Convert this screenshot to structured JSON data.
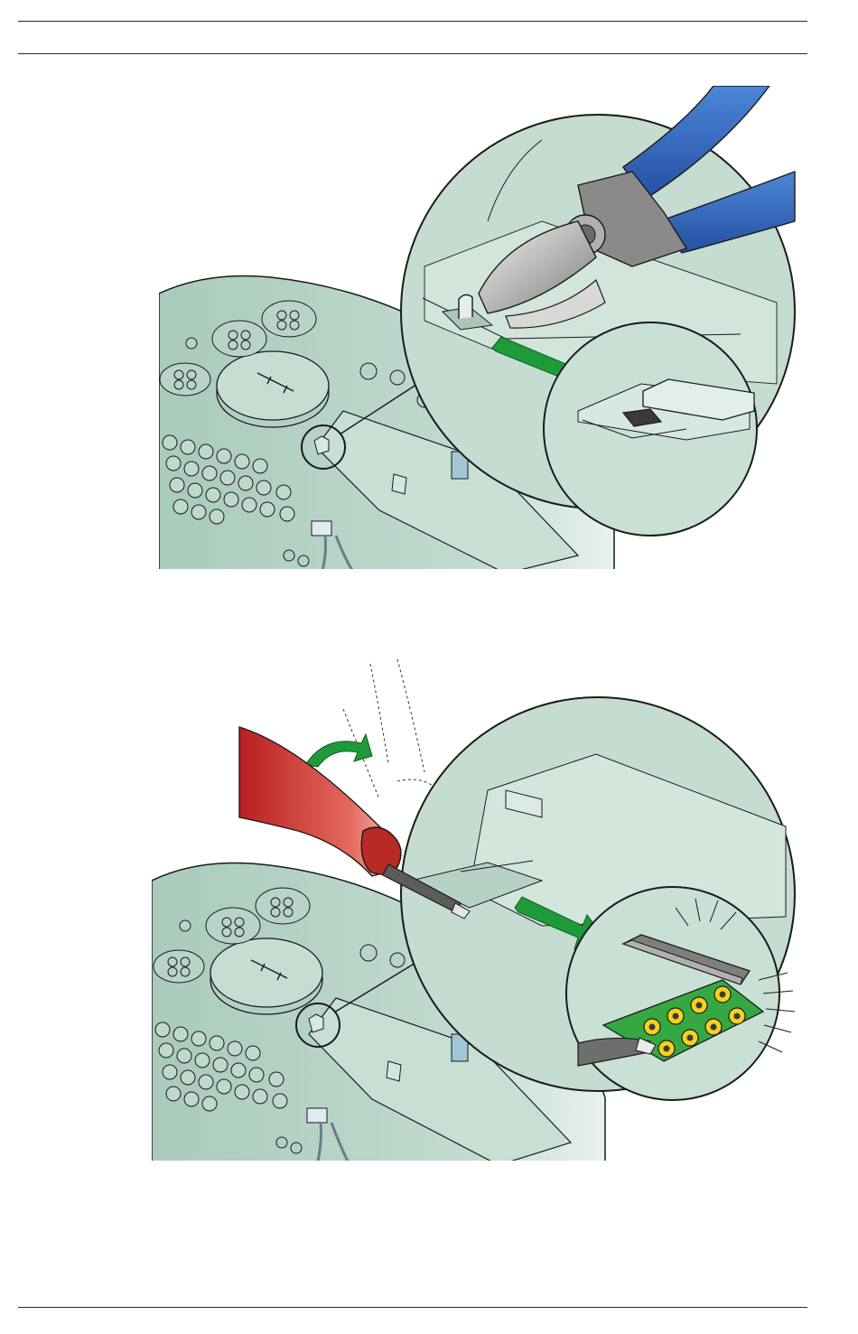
{
  "page": {
    "kind": "installation-manual-illustration-page",
    "figures": [
      {
        "id": "figure-1",
        "icons": [
          "wire-cutter-icon",
          "arrow-right-icon",
          "clip-icon",
          "magnifier-circle-icon"
        ]
      },
      {
        "id": "figure-2",
        "icons": [
          "screwdriver-icon",
          "curved-arrow-icon",
          "arrow-right-icon",
          "jumper-pins-icon",
          "magnifier-circle-icon"
        ]
      }
    ]
  },
  "colors": {
    "board": "#b9d6c8",
    "board_dark": "#8fb3a2",
    "zoom_fill": "#c5ddd1",
    "arrow_green": "#1f9a3b",
    "pliers_blue": "#2f63b8",
    "screwdriver_red": "#c9302c",
    "pin_yellow": "#f4d21c",
    "pcb_green": "#35a843",
    "line": "#1a1a1a"
  }
}
